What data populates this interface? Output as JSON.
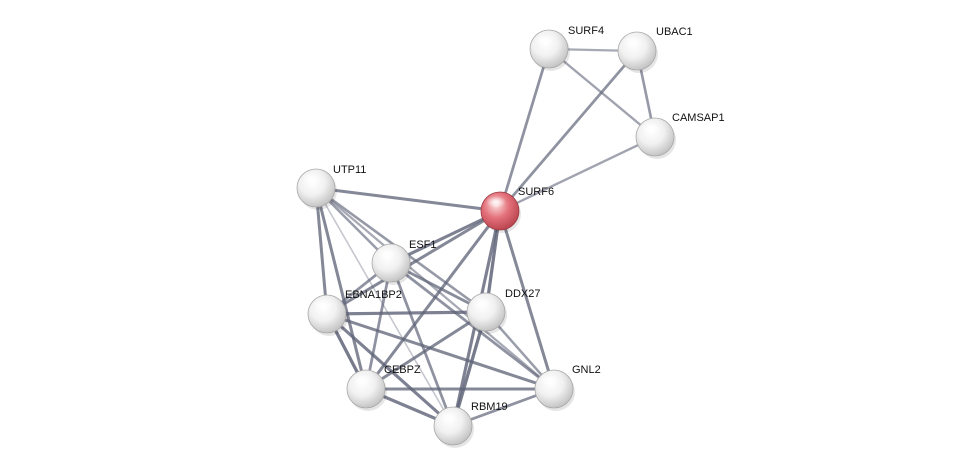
{
  "network": {
    "colors": {
      "query_node": "#d9535a",
      "node": "#dedede",
      "edge": "#5f6478"
    },
    "nodes": [
      {
        "id": "SURF6",
        "label": "SURF6",
        "query": true
      },
      {
        "id": "SURF4",
        "label": "SURF4"
      },
      {
        "id": "UBAC1",
        "label": "UBAC1"
      },
      {
        "id": "CAMSAP1",
        "label": "CAMSAP1"
      },
      {
        "id": "UTP11",
        "label": "UTP11"
      },
      {
        "id": "ESF1",
        "label": "ESF1"
      },
      {
        "id": "EBNA1BP2",
        "label": "EBNA1BP2"
      },
      {
        "id": "DDX27",
        "label": "DDX27"
      },
      {
        "id": "CEBPZ",
        "label": "CEBPZ"
      },
      {
        "id": "GNL2",
        "label": "GNL2"
      },
      {
        "id": "RBM19",
        "label": "RBM19"
      }
    ],
    "edges": [
      {
        "source": "SURF4",
        "target": "UBAC1",
        "confidence": 0.4
      },
      {
        "source": "SURF4",
        "target": "CAMSAP1",
        "confidence": 0.45
      },
      {
        "source": "UBAC1",
        "target": "CAMSAP1",
        "confidence": 0.55
      },
      {
        "source": "SURF4",
        "target": "SURF6",
        "confidence": 0.6
      },
      {
        "source": "UBAC1",
        "target": "SURF6",
        "confidence": 0.6
      },
      {
        "source": "CAMSAP1",
        "target": "SURF6",
        "confidence": 0.45
      },
      {
        "source": "UTP11",
        "target": "SURF6",
        "confidence": 0.7
      },
      {
        "source": "ESF1",
        "target": "SURF6",
        "confidence": 0.75
      },
      {
        "source": "EBNA1BP2",
        "target": "SURF6",
        "confidence": 0.7
      },
      {
        "source": "DDX27",
        "target": "SURF6",
        "confidence": 0.8
      },
      {
        "source": "CEBPZ",
        "target": "SURF6",
        "confidence": 0.7
      },
      {
        "source": "GNL2",
        "target": "SURF6",
        "confidence": 0.7
      },
      {
        "source": "RBM19",
        "target": "SURF6",
        "confidence": 0.75
      },
      {
        "source": "UTP11",
        "target": "ESF1",
        "confidence": 0.5
      },
      {
        "source": "UTP11",
        "target": "EBNA1BP2",
        "confidence": 0.7
      },
      {
        "source": "UTP11",
        "target": "CEBPZ",
        "confidence": 0.7
      },
      {
        "source": "UTP11",
        "target": "DDX27",
        "confidence": 0.55
      },
      {
        "source": "UTP11",
        "target": "RBM19",
        "confidence": 0.15
      },
      {
        "source": "UTP11",
        "target": "GNL2",
        "confidence": 0.4
      },
      {
        "source": "ESF1",
        "target": "EBNA1BP2",
        "confidence": 0.6
      },
      {
        "source": "ESF1",
        "target": "DDX27",
        "confidence": 0.65
      },
      {
        "source": "ESF1",
        "target": "CEBPZ",
        "confidence": 0.6
      },
      {
        "source": "ESF1",
        "target": "GNL2",
        "confidence": 0.6
      },
      {
        "source": "ESF1",
        "target": "RBM19",
        "confidence": 0.6
      },
      {
        "source": "EBNA1BP2",
        "target": "DDX27",
        "confidence": 0.75
      },
      {
        "source": "EBNA1BP2",
        "target": "CEBPZ",
        "confidence": 0.8
      },
      {
        "source": "EBNA1BP2",
        "target": "GNL2",
        "confidence": 0.7
      },
      {
        "source": "EBNA1BP2",
        "target": "RBM19",
        "confidence": 0.75
      },
      {
        "source": "DDX27",
        "target": "CEBPZ",
        "confidence": 0.7
      },
      {
        "source": "DDX27",
        "target": "GNL2",
        "confidence": 0.5
      },
      {
        "source": "DDX27",
        "target": "RBM19",
        "confidence": 0.8
      },
      {
        "source": "CEBPZ",
        "target": "GNL2",
        "confidence": 0.7
      },
      {
        "source": "CEBPZ",
        "target": "RBM19",
        "confidence": 0.75
      },
      {
        "source": "GNL2",
        "target": "RBM19",
        "confidence": 0.6
      }
    ]
  }
}
